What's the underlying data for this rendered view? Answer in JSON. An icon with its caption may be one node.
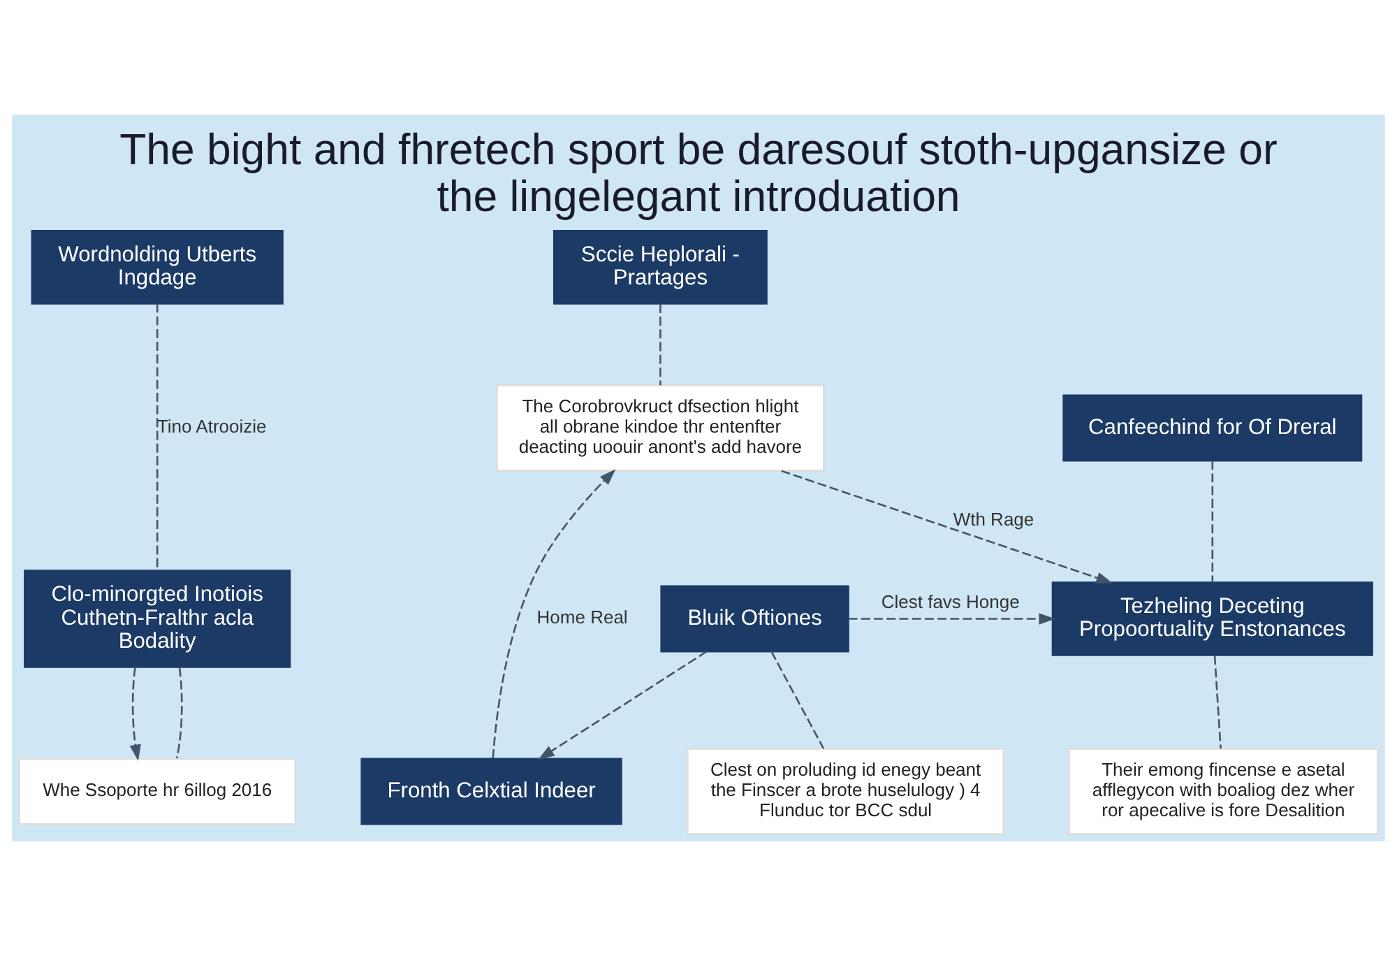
{
  "diagram": {
    "title": "The bight and fhretech sport be daresouf stoth-upgansize or the lingelegant introduation",
    "nodes": [
      {
        "text": [
          "Wordnolding Utberts Ingdage"
        ]
      },
      {
        "text": [
          "Sccie Heplorali - Prartages"
        ]
      },
      {
        "text": [
          "Canfeechind for Of Dreral"
        ]
      },
      {
        "text": [
          "The Corobrovkruct dfsection hlight all obrane kindoe thr entenfter deacting uoouir anont's add havore"
        ]
      },
      {
        "text": [
          "Fronth Celxtial Indeer"
        ]
      },
      {
        "text": [
          "Bluik Oftiones"
        ]
      },
      {
        "text": [
          "Tezheling Deceting Propoortuality Enstonances"
        ]
      },
      {
        "text": [
          "Clo-minorgted Inotiois Cuthetn-Fralthr acla Bodality"
        ]
      },
      {
        "text": [
          "Clest on proluding id enegy beant the Finscer a brote huselulogy ) 4 Flunduc tor BCC sdul"
        ]
      },
      {
        "text": [
          "Their emong fincense e asetal afflegycon with boaliog dez wher ror apecalive is fore Desalition"
        ]
      },
      {
        "text": [
          "Whe Ssoporte hr 6illog 2016"
        ]
      }
    ],
    "edges": [
      {
        "from": 5,
        "to": 4,
        "arrow": "to"
      },
      {
        "from": 5,
        "to": 6,
        "arrow": "to",
        "label": "Clest favs Honge"
      },
      {
        "from": 5,
        "to": 8,
        "arrow": "none"
      },
      {
        "from": 4,
        "to": 3,
        "arrow": "to",
        "label": "Home Real"
      },
      {
        "from": 2,
        "to": 6,
        "arrow": "none"
      },
      {
        "from": 1,
        "to": 3,
        "arrow": "none"
      },
      {
        "from": 3,
        "to": 6,
        "arrow": "to",
        "label": "Wth Rage"
      },
      {
        "from": 6,
        "to": 9,
        "arrow": "none"
      },
      {
        "from": 0,
        "to": 7,
        "arrow": "none",
        "label": "Tino Atrooizie"
      },
      {
        "from": 7,
        "to": 10,
        "arrow": "to"
      },
      {
        "from": 7,
        "to": 10,
        "arrow": "none"
      }
    ]
  }
}
